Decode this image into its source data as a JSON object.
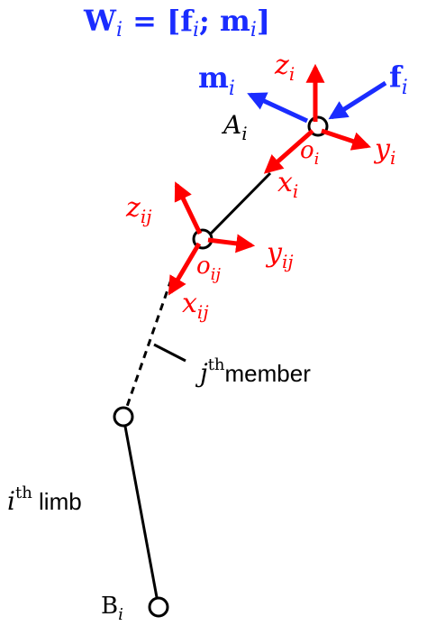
{
  "colors": {
    "frame_axis": "#ff0000",
    "wrench": "#1a2cff",
    "limb": "#000000",
    "background": "#ffffff"
  },
  "wrench_equation": {
    "W": "W",
    "i_sub": "i",
    "equals_bracket": " = [",
    "f": "f",
    "f_sub": "i",
    "semicolon": "; ",
    "m": "m",
    "m_sub": "i",
    "close_bracket": "]"
  },
  "force_label": {
    "base": "f",
    "sub": "i"
  },
  "moment_label": {
    "base": "m",
    "sub": "i"
  },
  "point_A": {
    "base": "A",
    "sub": "i"
  },
  "point_B": {
    "base": "B",
    "sub": "i"
  },
  "frame_i": {
    "origin": {
      "base": "o",
      "sub": "i"
    },
    "x": {
      "base": "x",
      "sub": "i"
    },
    "y": {
      "base": "y",
      "sub": "i"
    },
    "z": {
      "base": "z",
      "sub": "i"
    }
  },
  "frame_ij": {
    "origin": {
      "base": "o",
      "sub": "ij"
    },
    "x": {
      "base": "x",
      "sub": "ij"
    },
    "y": {
      "base": "y",
      "sub": "ij"
    },
    "z": {
      "base": "z",
      "sub": "ij"
    }
  },
  "member_label": {
    "base": "j",
    "sup": "th",
    "text": "member"
  },
  "limb_label": {
    "base": "i",
    "sup": "th",
    "text": " limb"
  }
}
